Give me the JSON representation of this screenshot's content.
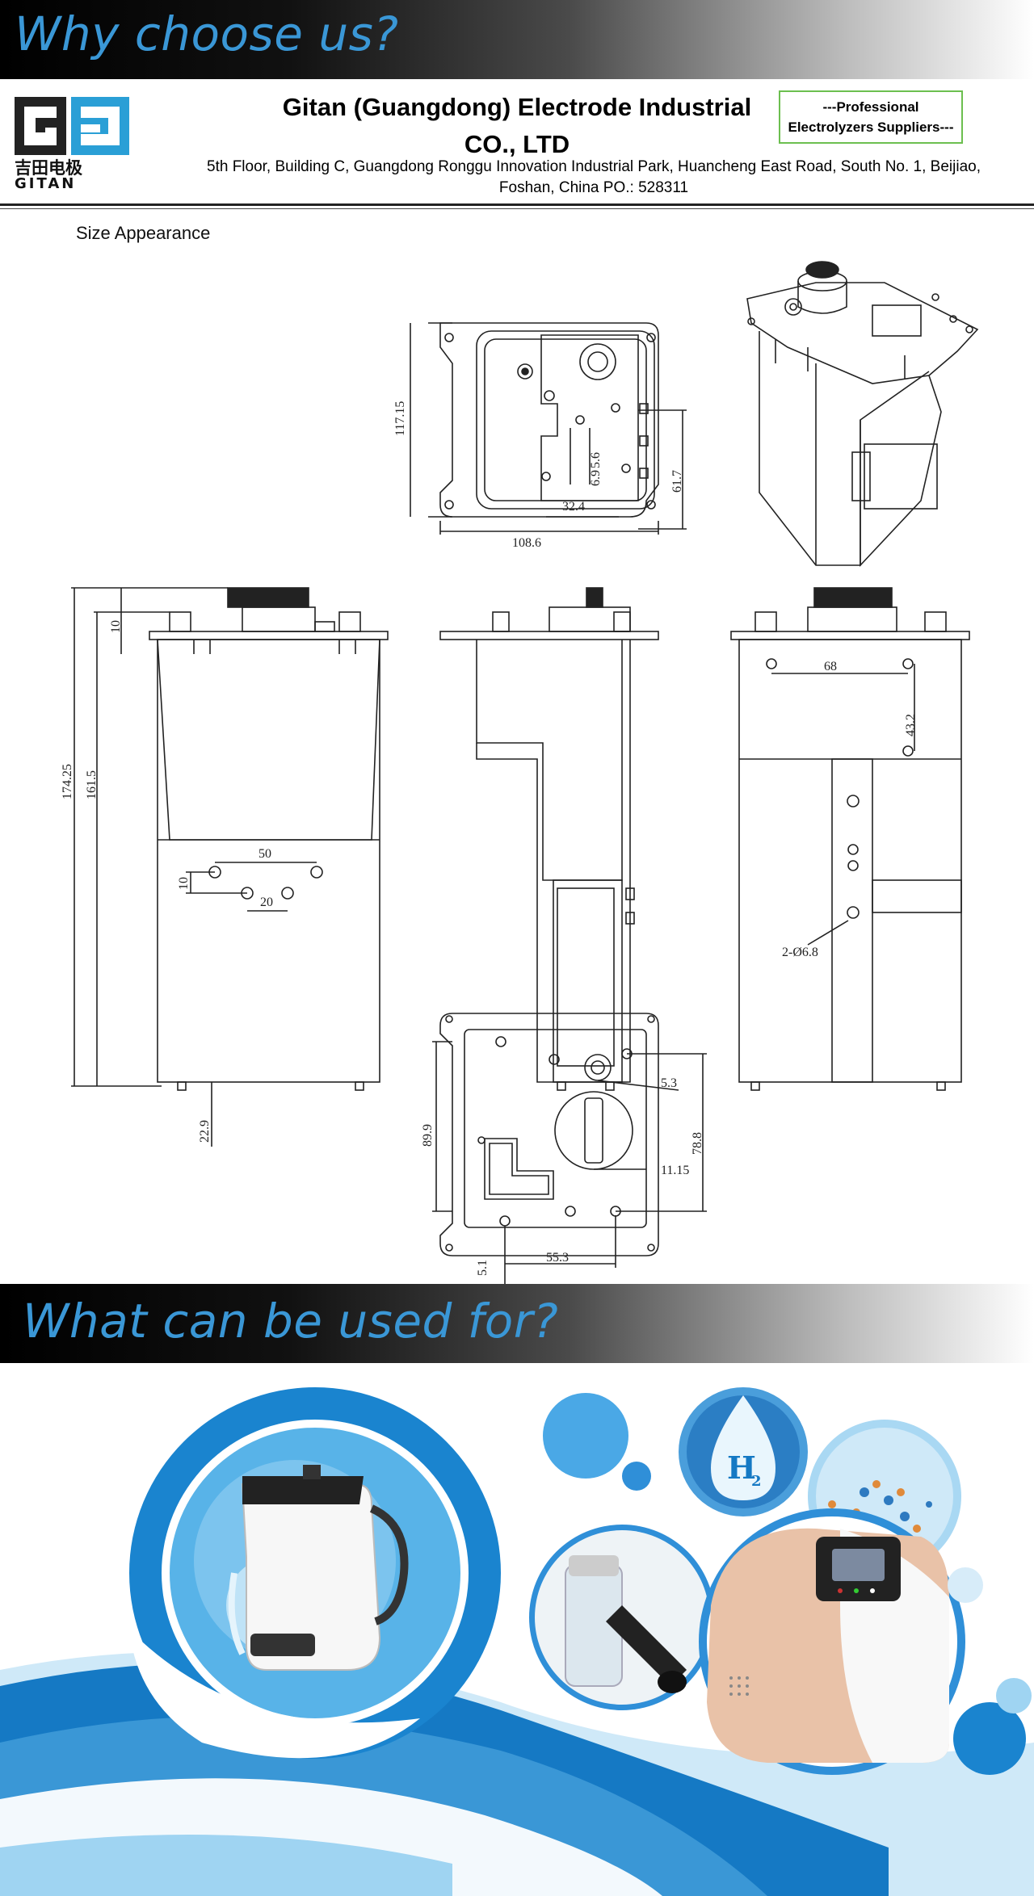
{
  "sections": {
    "why_title": "Why choose us?",
    "usage_title": "What can be used for?"
  },
  "header": {
    "logo_text": "吉田电极 GITAN",
    "company_line1": "Gitan (Guangdong) Electrode Industrial",
    "company_line2": "CO., LTD",
    "address_line1": "5th Floor, Building C,  Guangdong Ronggu Innovation Industrial Park, Huancheng East Road, South No. 1, Beijiao,",
    "address_line2": "Foshan, China  PO.: 528311",
    "supplier_line1": "---Professional",
    "supplier_line2": "Electrolyzers Suppliers---"
  },
  "drawing": {
    "label": "Size  Appearance",
    "dimensions": {
      "top_height": "117.15",
      "top_width": "108.6",
      "top_right": "61.7",
      "top_inner_a": "5.6",
      "top_inner_b": "6.9",
      "top_inner_w": "32.4",
      "front_total": "174.25",
      "front_body": "161.5",
      "front_top": "10",
      "front_hole_gap": "50",
      "front_hole_v": "10",
      "front_hole_w": "20",
      "front_bottom": "22.9",
      "side_holes": "68",
      "side_vert": "43.2",
      "side_dia": "2-Ø6.8",
      "bottom_height": "89.9",
      "bottom_right": "78.8",
      "bottom_a": "5.3",
      "bottom_b": "11.15",
      "bottom_w": "55.3",
      "bottom_small": "5.1"
    }
  },
  "usage": {
    "h2_label": "H",
    "h2_sub": "2"
  },
  "colors": {
    "accent_blue": "#3a97d6",
    "deep_blue": "#1579c4",
    "light_blue": "#7cc4ee",
    "box_green": "#6cbf4f",
    "rose_gold": "#e9c2a8"
  }
}
